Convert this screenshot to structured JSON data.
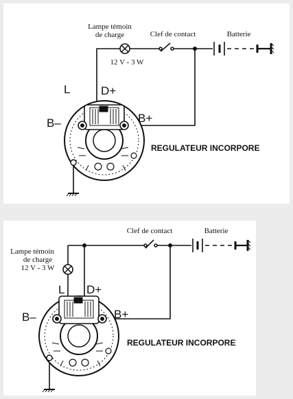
{
  "diagrams": [
    {
      "lamp_label_line1": "Lampe témoin",
      "lamp_label_line2": "de charge",
      "lamp_rating": "12 V - 3 W",
      "switch_label": "Clef de contact",
      "battery_label": "Batterie",
      "terminal_L": "L",
      "terminal_Dplus": "D+",
      "terminal_Bminus": "B–",
      "terminal_Bplus": "B+",
      "caption": "REGULATEUR INCORPORE"
    },
    {
      "lamp_label_line1": "Lampe témoin",
      "lamp_label_line2": "de charge",
      "lamp_rating": "12 V - 3 W",
      "switch_label": "Clef de contact",
      "battery_label": "Batterie",
      "terminal_L": "L",
      "terminal_Dplus": "D+",
      "terminal_Bminus": "B–",
      "terminal_Bplus": "B+",
      "caption": "REGULATEUR INCORPORE"
    }
  ]
}
